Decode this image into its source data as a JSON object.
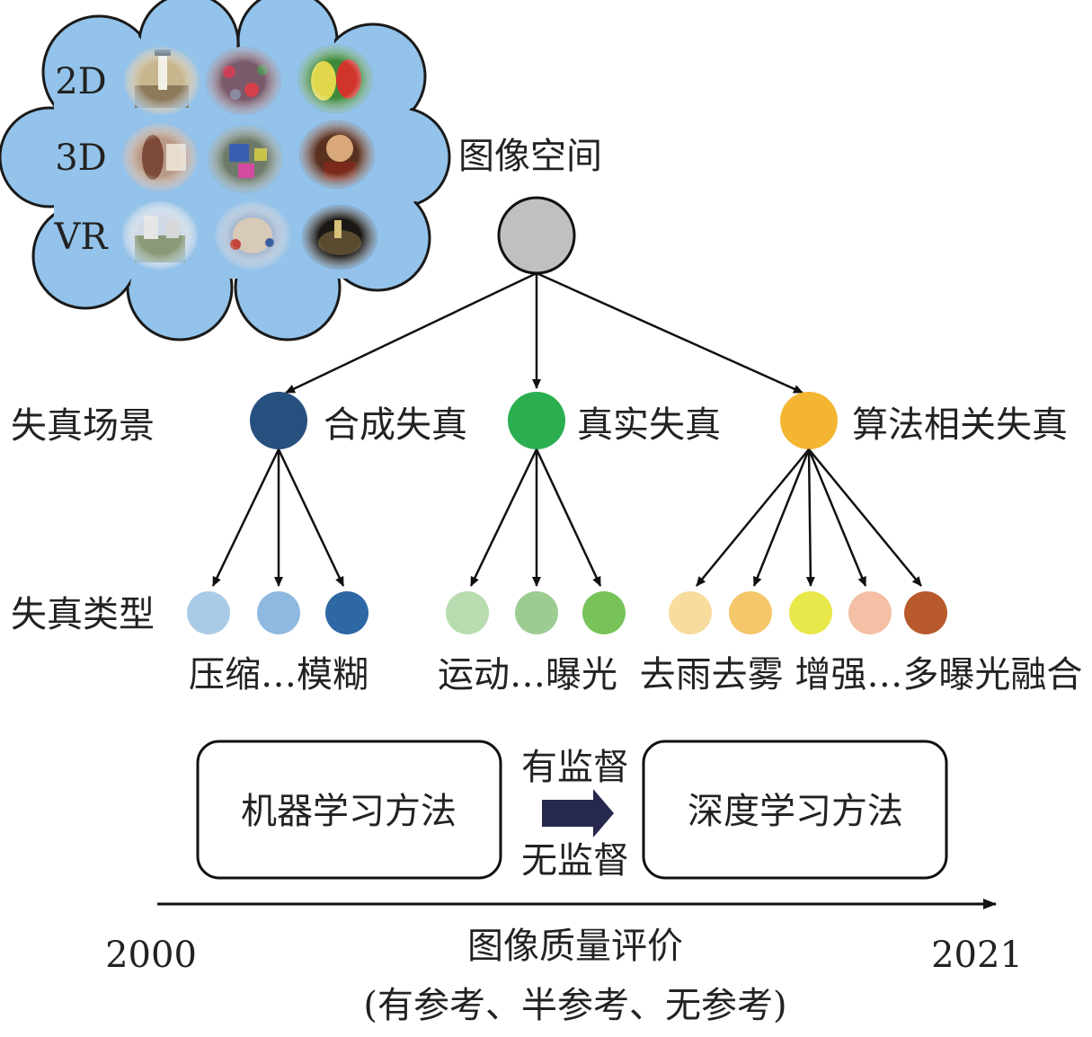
{
  "image_space": {
    "label": "图像空间",
    "rows": [
      {
        "label": "2D",
        "thumbs": [
          "lighthouse-thumb",
          "market-thumb",
          "parrot-thumb"
        ]
      },
      {
        "label": "3D",
        "thumbs": [
          "statue-thumb",
          "toys-thumb",
          "portrait-thumb"
        ]
      },
      {
        "label": "VR",
        "thumbs": [
          "panorama-building-thumb",
          "panorama-street-thumb",
          "panorama-night-thumb"
        ]
      }
    ]
  },
  "levels": {
    "scene_label": "失真场景",
    "type_label": "失真类型"
  },
  "scenes": [
    {
      "label": "合成失真",
      "color": "#27507f",
      "types": [
        "#a9cbe8",
        "#8fb9e0",
        "#2d68a4"
      ],
      "caption": "压缩…模糊"
    },
    {
      "label": "真实失真",
      "color": "#2aae4f",
      "types": [
        "#b8dbb0",
        "#9ccc92",
        "#78c25a"
      ],
      "caption": "运动…曝光"
    },
    {
      "label": "算法相关失真",
      "color": "#f4b532",
      "types": [
        "#f8dc9e",
        "#f5c66a",
        "#e9e84a",
        "#f4bfa5",
        "#b85a2c"
      ],
      "caption": "去雨去雾 增强…多曝光融合"
    }
  ],
  "methods": {
    "left": "机器学习方法",
    "right": "深度学习方法",
    "top_label": "有监督",
    "bottom_label": "无监督"
  },
  "timeline": {
    "start": "2000",
    "end": "2021",
    "title": "图像质量评价",
    "subtitle": "(有参考、半参考、无参考)"
  }
}
